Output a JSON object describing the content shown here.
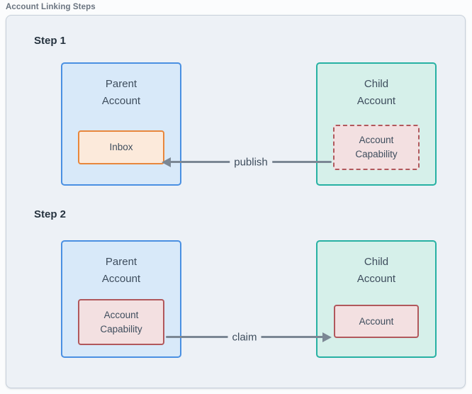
{
  "frame": {
    "title": "Account Linking Steps"
  },
  "colors": {
    "page_bg": "#fbfcfd",
    "canvas_bg": "#edf1f6",
    "canvas_border": "#c7d0da",
    "label_text": "#6a7480",
    "heading_text": "#26333f",
    "box_text": "#3e4d5d",
    "parent_fill": "#d8e9f9",
    "parent_border": "#4a90e2",
    "child_fill": "#d6f0ea",
    "child_border": "#27b1a3",
    "inbox_fill": "#fceadb",
    "inbox_border": "#e8873c",
    "capability_fill": "#f3e0e1",
    "capability_border": "#b1585c",
    "arrow": "#7b8794"
  },
  "steps": [
    {
      "label": "Step 1",
      "parent": {
        "title": "Parent Account",
        "inner": "Inbox"
      },
      "child": {
        "title": "Child Account",
        "inner": "Account Capability",
        "inner_style": "dashed"
      },
      "arrow": {
        "label": "publish",
        "direction": "left"
      }
    },
    {
      "label": "Step 2",
      "parent": {
        "title": "Parent Account",
        "inner": "Account Capability"
      },
      "child": {
        "title": "Child Account",
        "inner": "Account"
      },
      "arrow": {
        "label": "claim",
        "direction": "right"
      }
    }
  ]
}
